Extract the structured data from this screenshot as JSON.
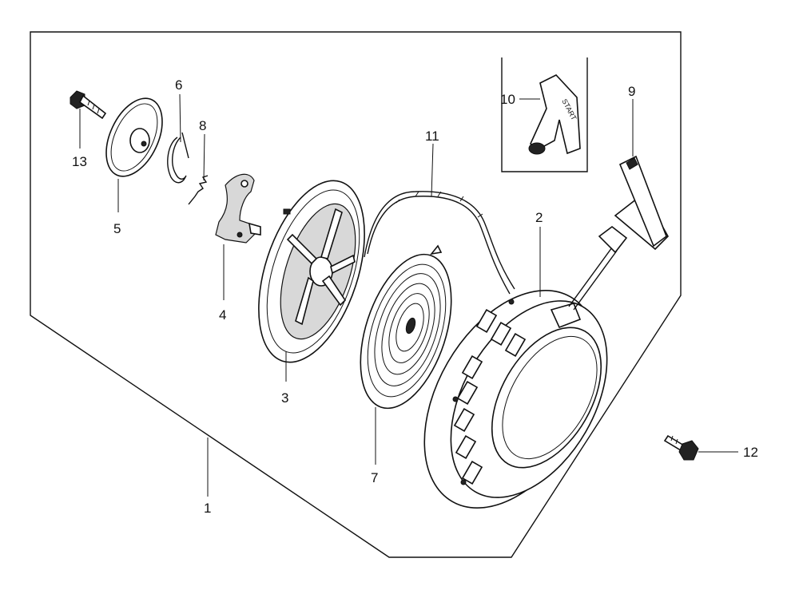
{
  "callouts": {
    "n1": "1",
    "n2": "2",
    "n3": "3",
    "n4": "4",
    "n5": "5",
    "n6": "6",
    "n7": "7",
    "n8": "8",
    "n9": "9",
    "n10": "10",
    "n11": "11",
    "n12": "12",
    "n13": "13"
  },
  "handle_text": "START"
}
